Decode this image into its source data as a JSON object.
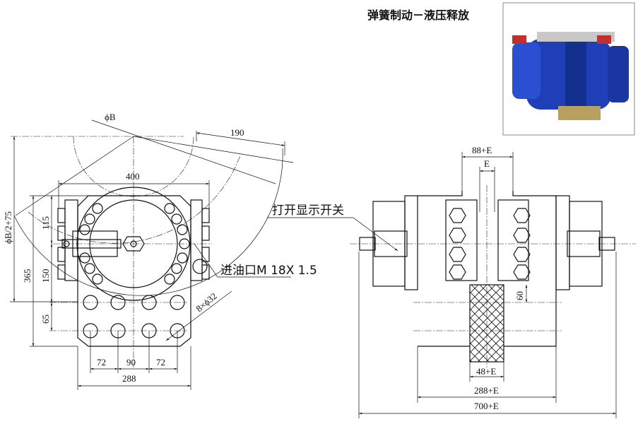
{
  "title": "弹簧制动－液压释放",
  "photo": {
    "body_color": "#1f3fb8",
    "frame_color": "#888888"
  },
  "left_view": {
    "phi_b": "ϕB",
    "dim_190": "190",
    "dim_400": "400",
    "dim_phib2": "ϕB/2+75",
    "dim_365": "365",
    "dim_115": "115",
    "dim_150": "150",
    "dim_65": "65",
    "dim_72a": "72",
    "dim_90": "90",
    "dim_72b": "72",
    "dim_288": "288",
    "holes": "8×ϕ32",
    "oil_inlet": "进油口M 18X 1.5"
  },
  "right_view": {
    "switch_label": "打开显示开关",
    "dim_88e": "88+E",
    "dim_e": "E",
    "dim_60": "60",
    "dim_48e": "48+E",
    "dim_288e": "288+E",
    "dim_700e": "700+E"
  }
}
